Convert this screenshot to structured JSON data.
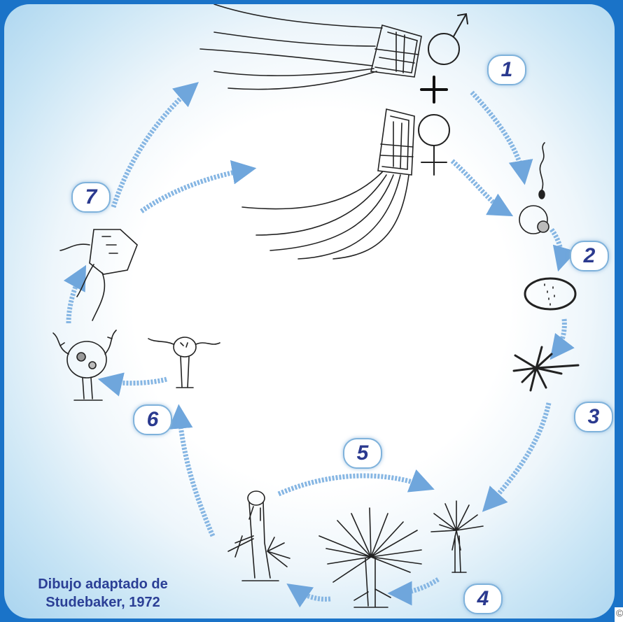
{
  "steps": [
    "1",
    "2",
    "3",
    "4",
    "5",
    "6",
    "7"
  ],
  "credit": {
    "line1": "Dibujo adaptado de",
    "line2": "Studebaker, 1972"
  },
  "symbols": {
    "male": "male-symbol-icon",
    "female": "female-symbol-icon",
    "plus": "+"
  },
  "colors": {
    "frame": "#1a73c8",
    "arrow": "#7fb0e0",
    "number": "#2b3a8f",
    "credit": "#2b3f96"
  },
  "corner_mark": "©"
}
